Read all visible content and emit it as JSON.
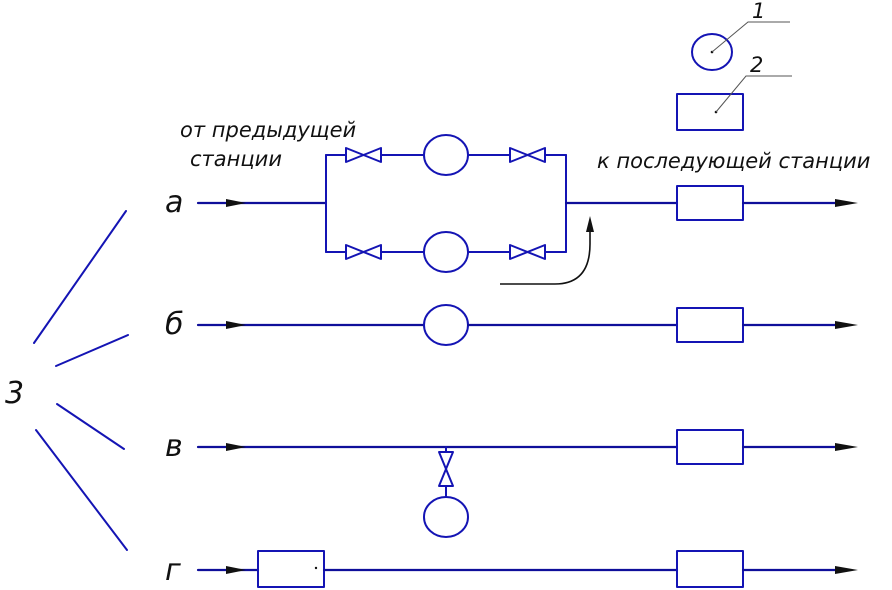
{
  "labels": {
    "from_station": [
      "от предыдущей",
      "станции"
    ],
    "to_station": "к последующей станции",
    "callout_1": "1",
    "callout_2": "2",
    "callout_3": "3",
    "scheme_a": "а",
    "scheme_b": "б",
    "scheme_v": "в",
    "scheme_g": "г"
  },
  "colors": {
    "line": "#1414b4",
    "arrow": "#111111",
    "text": "#111111"
  }
}
